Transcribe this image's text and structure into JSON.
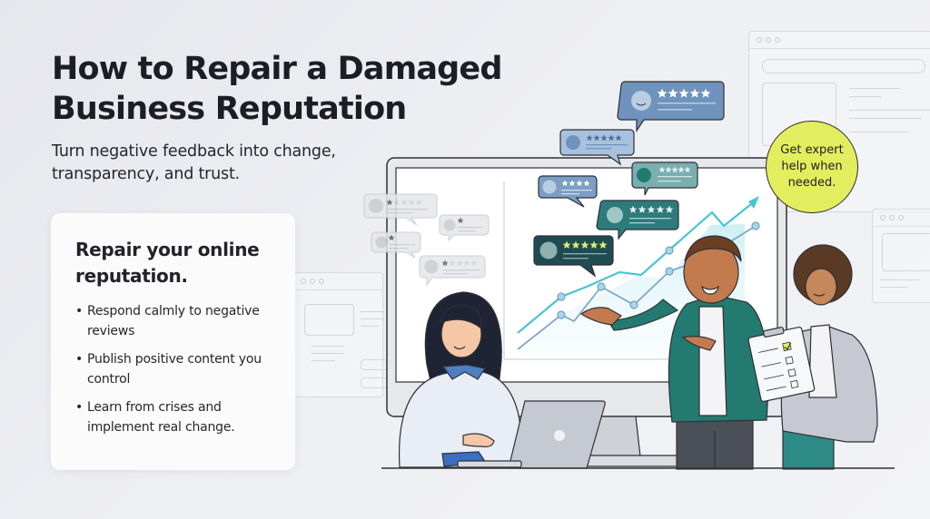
{
  "header": {
    "title": "How to Repair a Damaged Business Reputation",
    "subtitle": "Turn negative feedback into change, transparency, and trust."
  },
  "card": {
    "title": "Repair your online reputation.",
    "bullets": [
      "Respond calmly to negative reviews",
      "Publish positive content you control",
      "Learn from crises and implement real change."
    ],
    "bullet_glyph": "•"
  },
  "callout": {
    "text": "Get expert help when needed.",
    "color": "#e3ee5e"
  },
  "illustration": {
    "negative_reviews": [
      {
        "stars": 1,
        "max": 5
      },
      {
        "stars": 1,
        "max": 1
      },
      {
        "stars": 1,
        "max": 1
      },
      {
        "stars": 1,
        "max": 5
      }
    ],
    "positive_reviews": [
      {
        "stars": 5,
        "color": "#6f93bd"
      },
      {
        "stars": 5,
        "color": "#a8c1de"
      },
      {
        "stars": 4,
        "color": "#7c9ec4"
      },
      {
        "stars": 5,
        "color": "#7aaeb0"
      },
      {
        "stars": 5,
        "color": "#2d7b7b"
      },
      {
        "stars": 5,
        "color": "#1f4b52"
      }
    ],
    "colors": {
      "chart_line": "#4cc3d3",
      "chart_line_secondary": "#7fa6c9",
      "jacket_teal": "#237a70",
      "monitor_frame": "#d5d7dd"
    }
  }
}
